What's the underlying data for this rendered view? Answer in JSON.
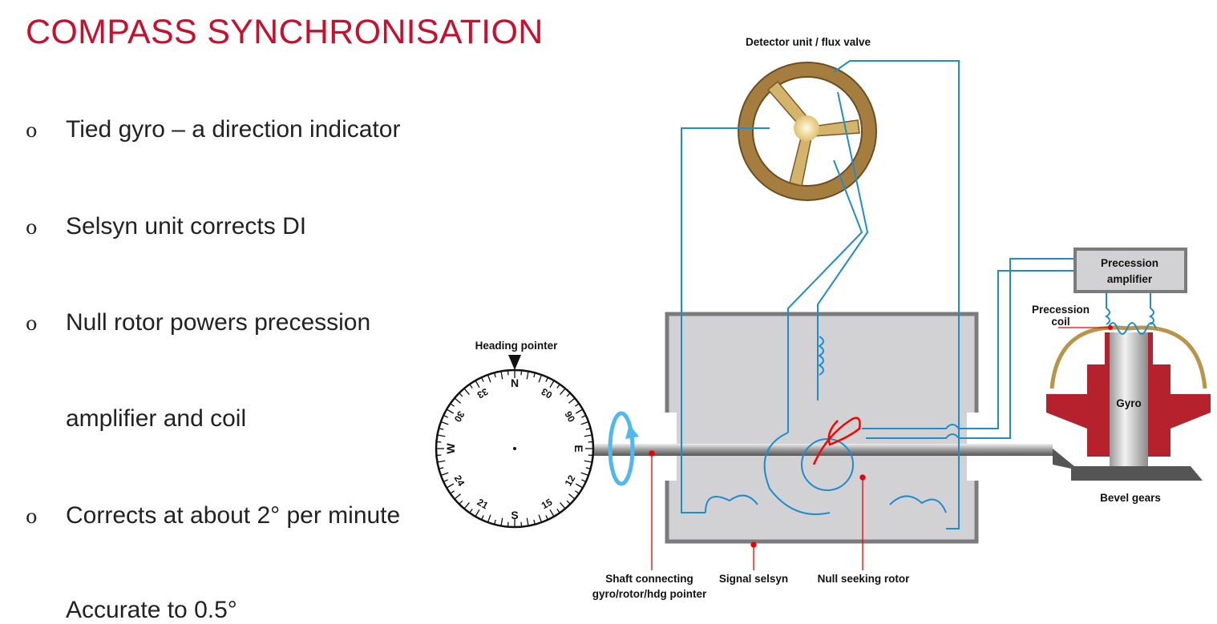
{
  "slide": {
    "title": "COMPASS SYNCHRONISATION",
    "bullet_marker": "o",
    "bullets": [
      "Tied gyro – a direction indicator",
      "Selsyn unit corrects DI",
      "Null rotor powers precession",
      "amplifier and coil",
      "Corrects at about 2° per minute",
      "Accurate to 0.5°"
    ]
  },
  "diagram": {
    "labels": {
      "detector": "Detector unit / flux valve",
      "heading_pointer": "Heading pointer",
      "precession_amp_1": "Precession",
      "precession_amp_2": "amplifier",
      "precession_coil_1": "Precession",
      "precession_coil_2": "coil",
      "gyro": "Gyro",
      "bevel_gears": "Bevel gears",
      "shaft_1": "Shaft connecting",
      "shaft_2": "gyro/rotor/hdg pointer",
      "signal_selsyn": "Signal selsyn",
      "null_rotor": "Null seeking rotor"
    },
    "compass": {
      "N": "N",
      "E": "E",
      "S": "S",
      "W": "W",
      "n03": "03",
      "n06": "06",
      "n12": "12",
      "n15": "15",
      "n21": "21",
      "n24": "24",
      "n30": "30",
      "n33": "33"
    },
    "colors": {
      "title": "#c8102e",
      "wire": "#1f8ccc",
      "gyro": "#b5222d",
      "annotation": "#ff0000"
    }
  }
}
